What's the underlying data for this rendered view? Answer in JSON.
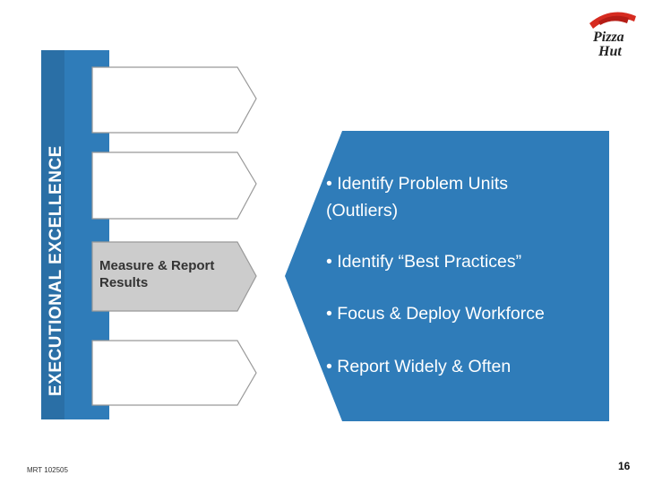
{
  "sidebar": {
    "title": "EXECUTIONAL EXCELLENCE"
  },
  "steps": [
    {
      "label": ""
    },
    {
      "label": ""
    },
    {
      "label": "Measure & Report Results"
    },
    {
      "label": ""
    }
  ],
  "panel": {
    "bullets": [
      "• Identify Problem Units",
      "   (Outliers)",
      "• Identify “Best Practices”",
      "• Focus & Deploy Workforce",
      "• Report Widely & Often"
    ]
  },
  "logo": {
    "text_top": "Pizza",
    "text_bottom": "Hut"
  },
  "footer": {
    "code": "MRT 102505",
    "page_number": "16"
  },
  "colors": {
    "bar": "#2f7cb9",
    "panel": "#2f7cb9",
    "step_active": "#cccccc"
  }
}
